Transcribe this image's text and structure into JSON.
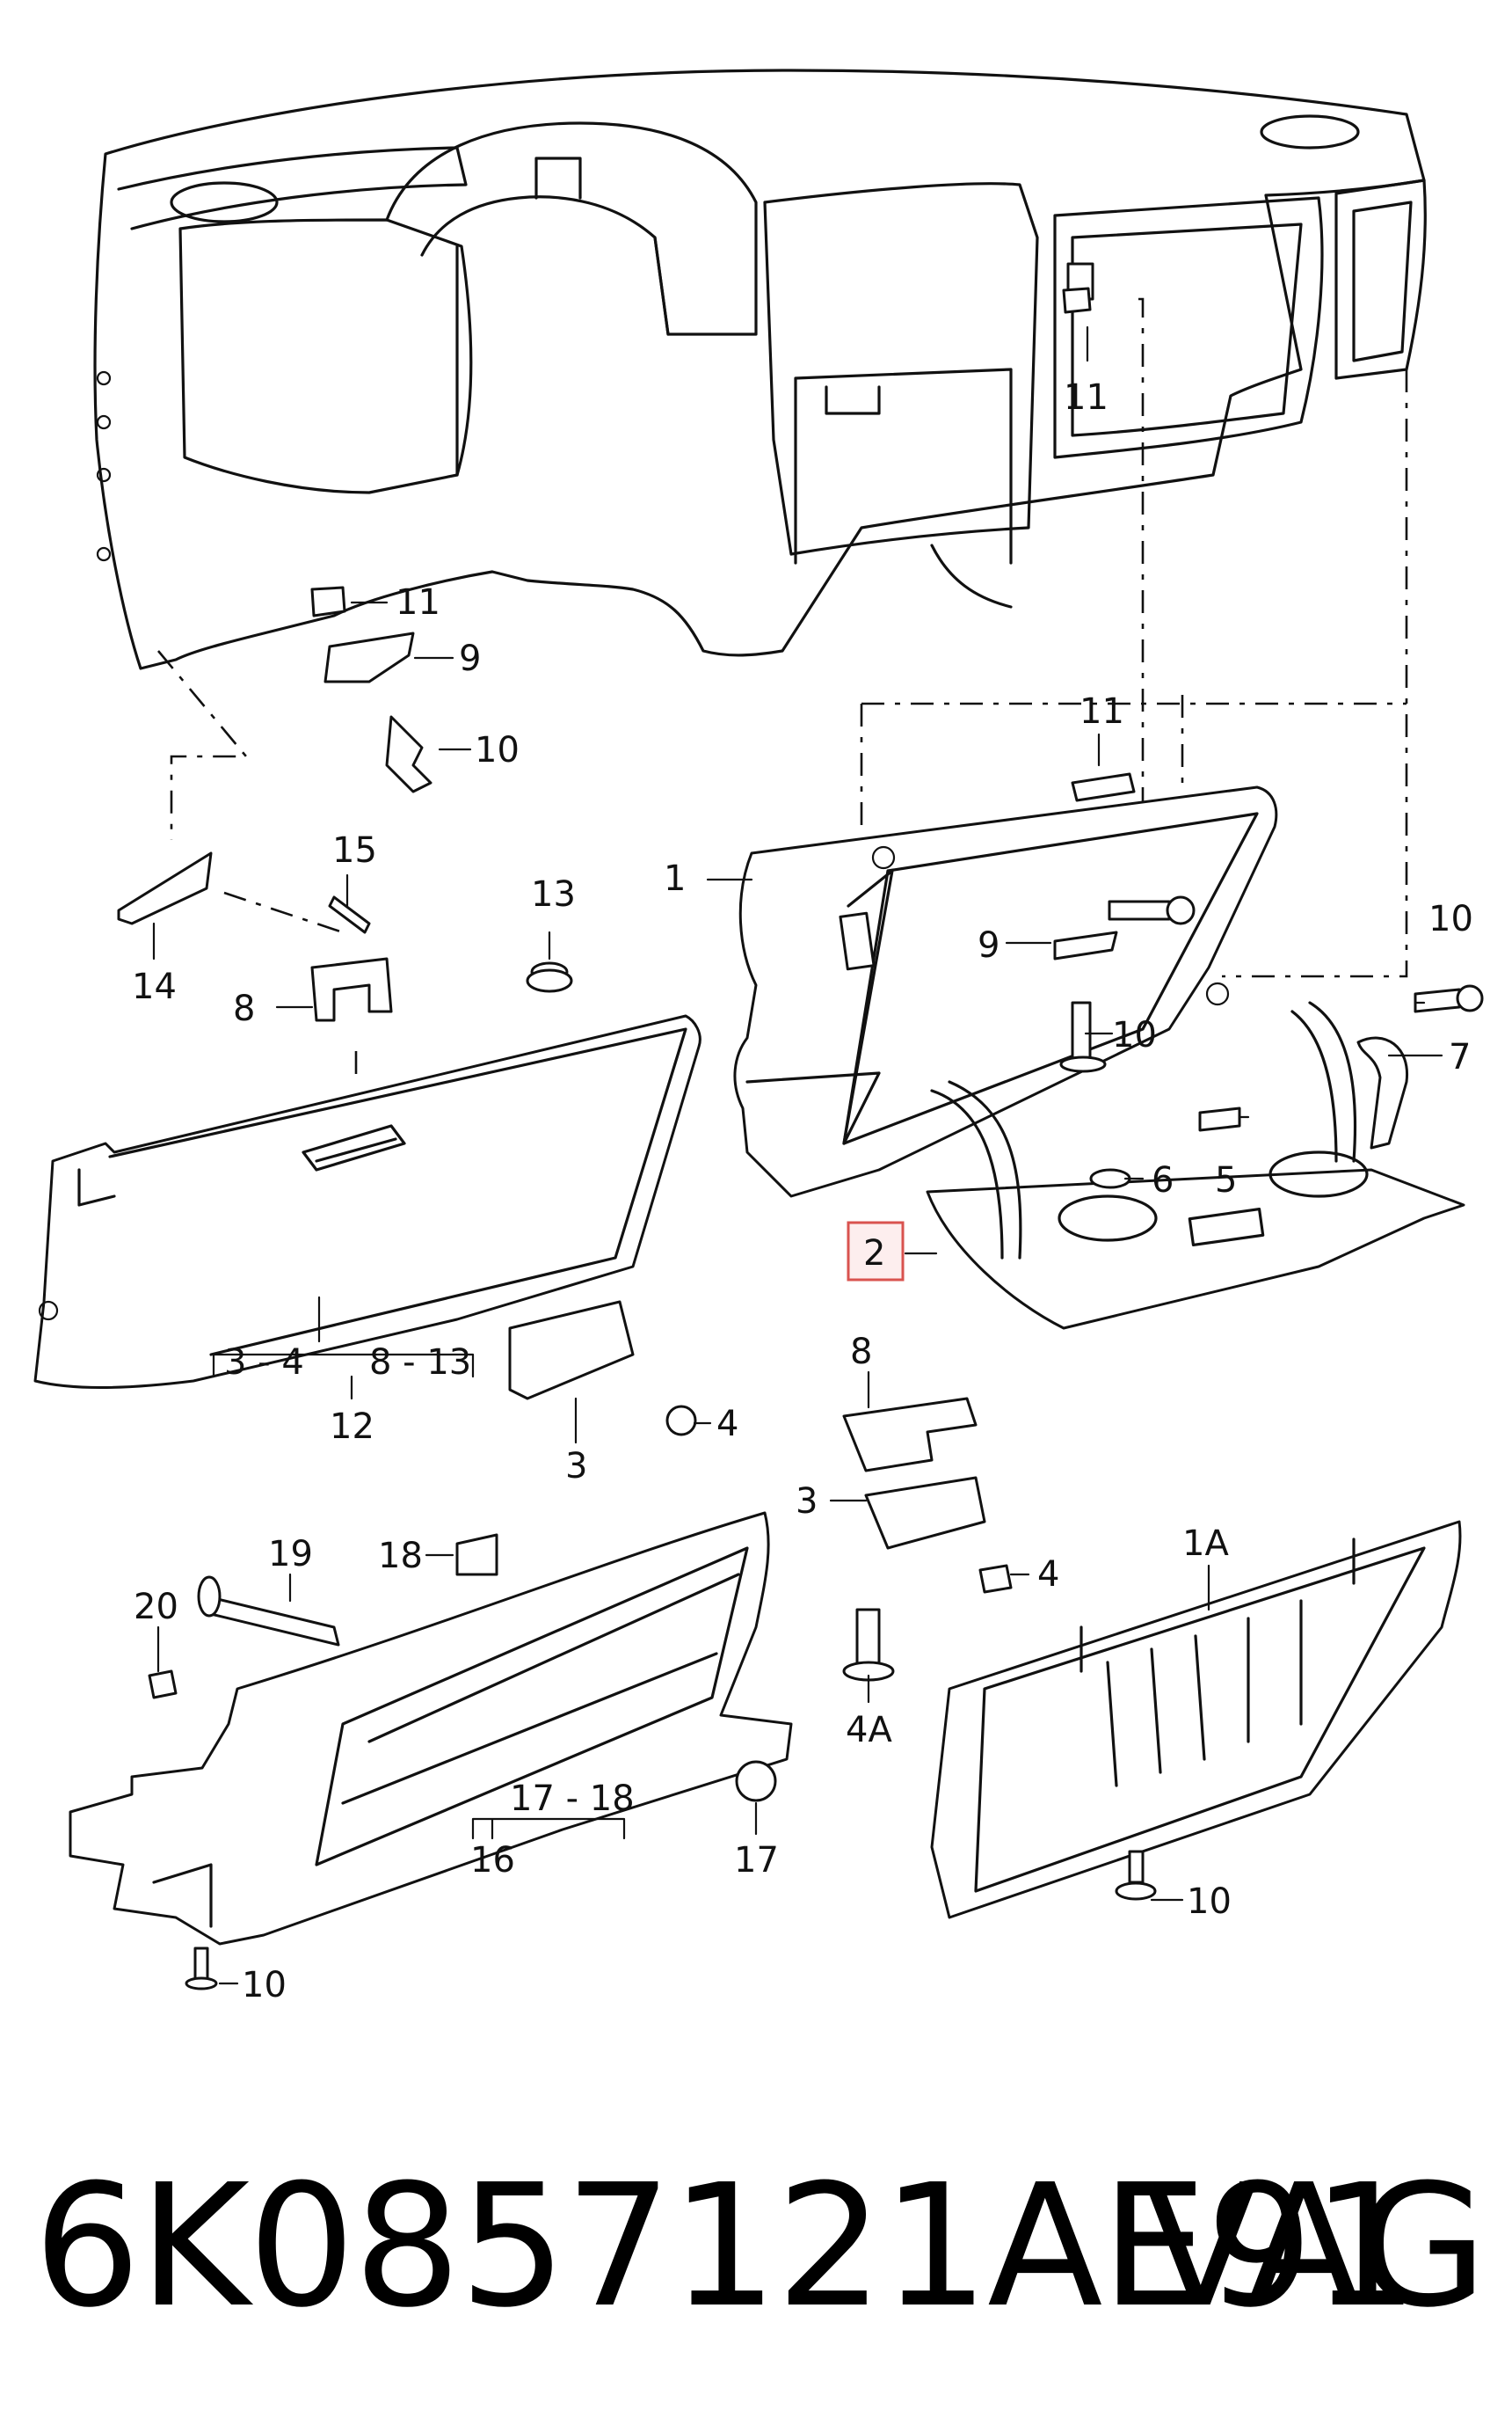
{
  "callouts": {
    "c1": "1",
    "c1A": "1A",
    "c2": "2",
    "c3a": "3",
    "c3b": "3",
    "c4a": "4",
    "c4b": "4",
    "c4A": "4A",
    "c5": "5",
    "c6": "6",
    "c7": "7",
    "c8a": "8",
    "c8b": "8",
    "c9a": "9",
    "c9b": "9",
    "c10a": "10",
    "c10b": "10",
    "c10c": "10",
    "c10d": "10",
    "c10e": "10",
    "c11a": "11",
    "c11b": "11",
    "c11c": "11",
    "c12": "12",
    "c13": "13",
    "c14": "14",
    "c15": "15",
    "c16": "16",
    "c17": "17",
    "c18": "18",
    "c19": "19",
    "c20": "20",
    "range12a": "3 - 4",
    "range12b": "8 - 13",
    "range16": "17 - 18"
  },
  "highlight_color": "#d9534f",
  "footer": {
    "part_number": "6K0857121AE91",
    "manufacturer": "VAG"
  }
}
